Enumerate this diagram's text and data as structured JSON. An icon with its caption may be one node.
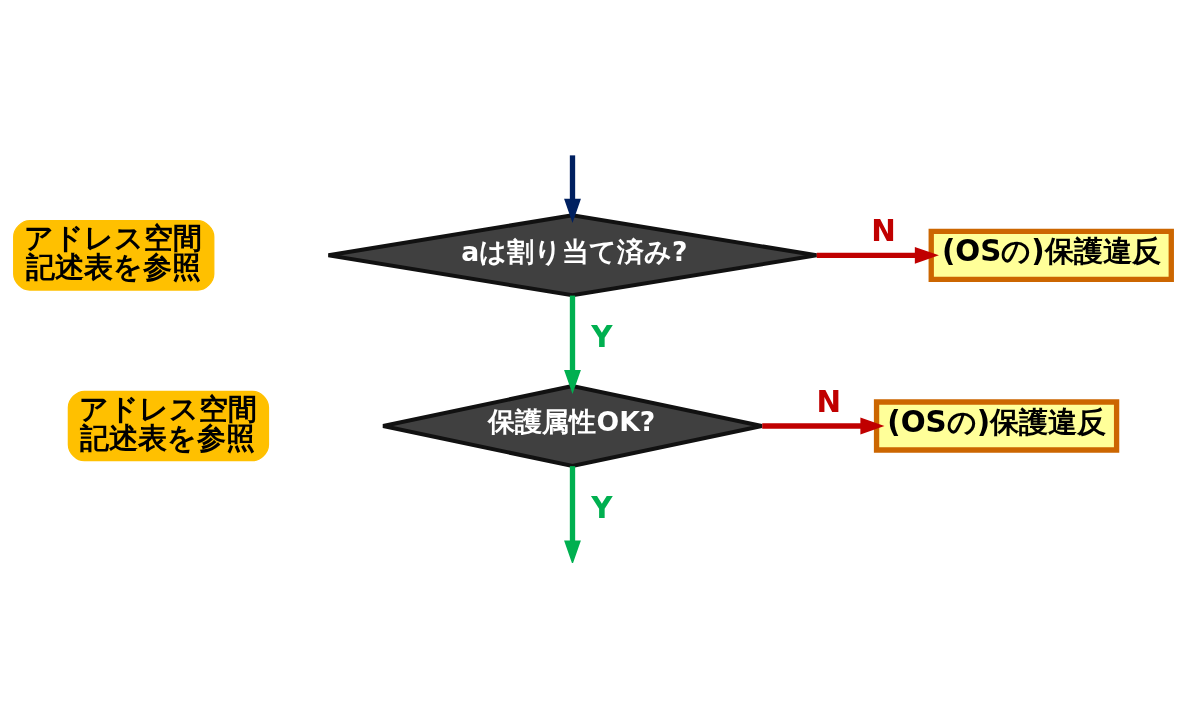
{
  "diagram": {
    "nodes": [
      {
        "text": [
          "アドレス空間記述表を参照"
        ]
      },
      {
        "text": [
          "aは割り当て済み?"
        ]
      },
      {
        "text": [
          "(OSの)保護違反"
        ]
      },
      {
        "text": [
          "アドレス空間記述表を参照"
        ]
      },
      {
        "text": [
          "保護属性OK?"
        ]
      },
      {
        "text": [
          "(OSの)保護違反"
        ]
      }
    ],
    "edges": [
      {
        "from": null,
        "to": 1,
        "arrow": "to",
        "color": "#002060"
      },
      {
        "from": 1,
        "to": 2,
        "arrow": "to",
        "label": "N",
        "color": "#c00000"
      },
      {
        "from": 1,
        "to": 4,
        "arrow": "to",
        "label": "Y",
        "color": "#00b050"
      },
      {
        "from": 4,
        "to": 5,
        "arrow": "to",
        "label": "N",
        "color": "#c00000"
      },
      {
        "from": 4,
        "to": null,
        "arrow": "to",
        "label": "Y",
        "color": "#00b050"
      }
    ]
  }
}
